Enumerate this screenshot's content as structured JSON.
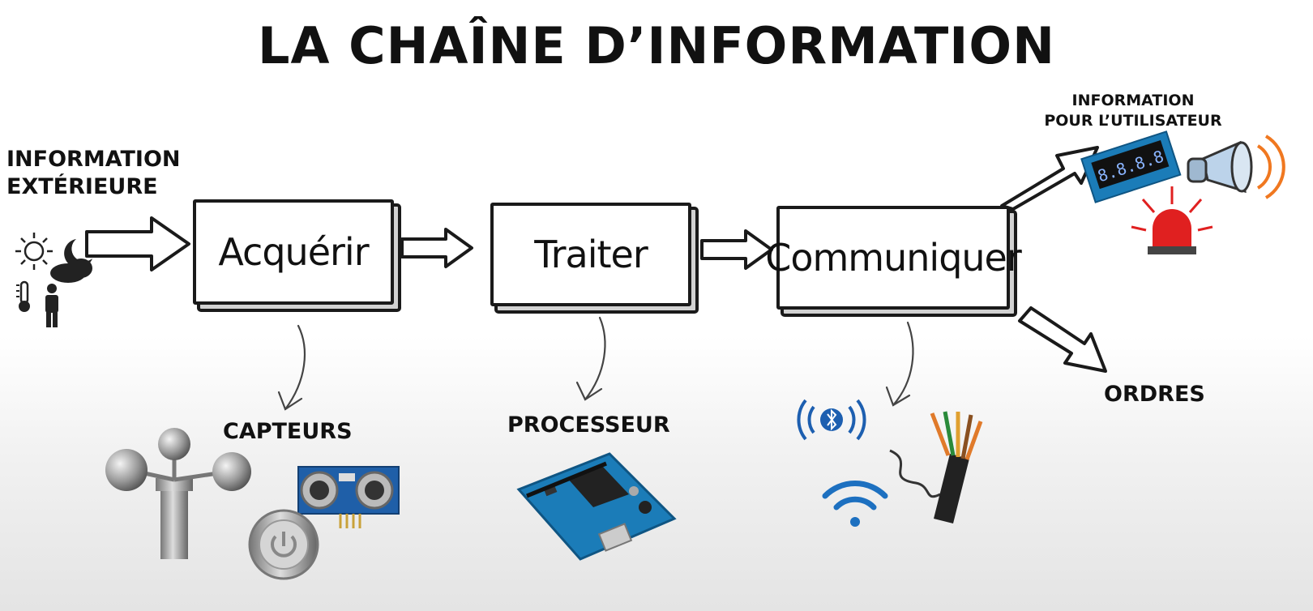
{
  "title": "LA CHAÎNE D’INFORMATION",
  "input_label": {
    "line1": "INFORMATION",
    "line2": "EXTÉRIEURE"
  },
  "steps": [
    {
      "label": "Acquérir"
    },
    {
      "label": "Traiter"
    },
    {
      "label": "Communiquer"
    }
  ],
  "components": {
    "acquire": "CAPTEURS",
    "process": "PROCESSEUR",
    "orders": "ORDRES"
  },
  "output_label": {
    "line1": "INFORMATION",
    "line2": "POUR L’UTILISATEUR"
  },
  "display_digits": "8.8.8.8",
  "colors": {
    "board_blue": "#1b7cb8",
    "alarm_red": "#e02020",
    "sound_orange": "#f07820",
    "ink": "#1a1a1a"
  },
  "icons": [
    "sun-icon",
    "moon-cloud-icon",
    "thermometer-icon",
    "person-icon",
    "anemometer-icon",
    "ultrasonic-sensor-icon",
    "push-button-icon",
    "arduino-board-icon",
    "bluetooth-icon",
    "wifi-icon",
    "cable-icon",
    "seven-segment-display-icon",
    "megaphone-icon",
    "alarm-light-icon"
  ]
}
